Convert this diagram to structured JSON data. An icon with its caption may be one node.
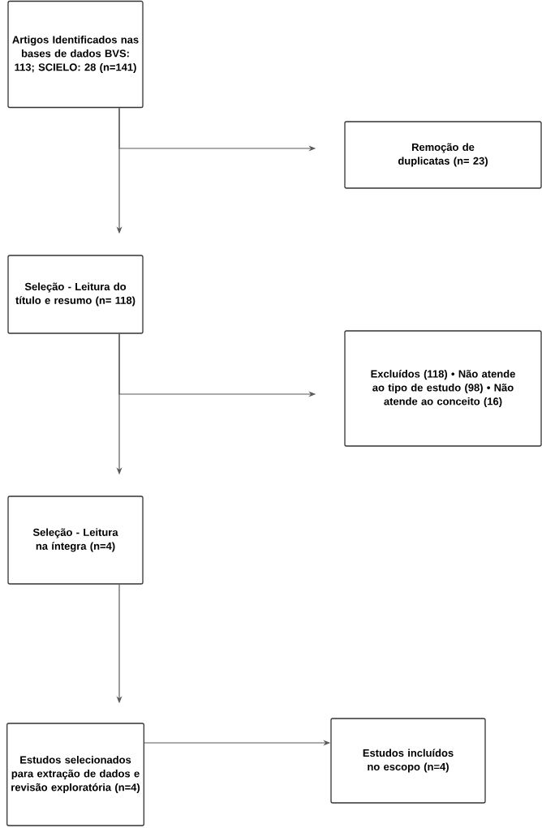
{
  "diagram": {
    "nodes": [
      {
        "text": [
          "Artigos Identificados nas bases de dados BVS: 113; SCIELO: 28 (n=141)"
        ]
      },
      {
        "text": [
          "Remoção de duplicatas (n= 23)"
        ]
      },
      {
        "text": [
          "Seleção - Leitura do título e resumo (n= 118)"
        ]
      },
      {
        "text": [
          "Excluídos (118) • Não atende ao tipo de estudo (98) • Não atende ao conceito (16)"
        ]
      },
      {
        "text": [
          "Seleção - Leitura na íntegra (n=4)"
        ]
      },
      {
        "text": [
          "Estudos selecionados para extração de dados e revisão exploratória (n=4)"
        ]
      },
      {
        "text": [
          "Estudos incluídos no escopo (n=4)"
        ]
      }
    ],
    "edges": [
      {
        "from": 0,
        "to": 2,
        "arrow": "to"
      },
      {
        "from": 0,
        "to": 1,
        "arrow": "to"
      },
      {
        "from": 2,
        "to": 4,
        "arrow": "to"
      },
      {
        "from": 2,
        "to": 3,
        "arrow": "to"
      },
      {
        "from": 4,
        "to": 5,
        "arrow": "to"
      },
      {
        "from": 5,
        "to": 6,
        "arrow": "to"
      }
    ]
  }
}
